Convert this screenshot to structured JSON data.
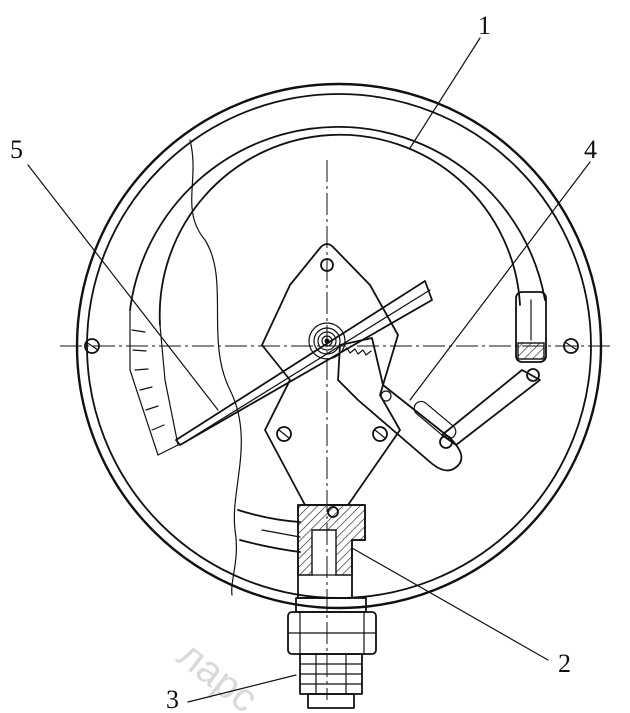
{
  "diagram": {
    "callouts": [
      {
        "id": "1",
        "label": "1"
      },
      {
        "id": "2",
        "label": "2"
      },
      {
        "id": "3",
        "label": "3"
      },
      {
        "id": "4",
        "label": "4"
      },
      {
        "id": "5",
        "label": "5"
      }
    ],
    "watermark": "ларс"
  }
}
